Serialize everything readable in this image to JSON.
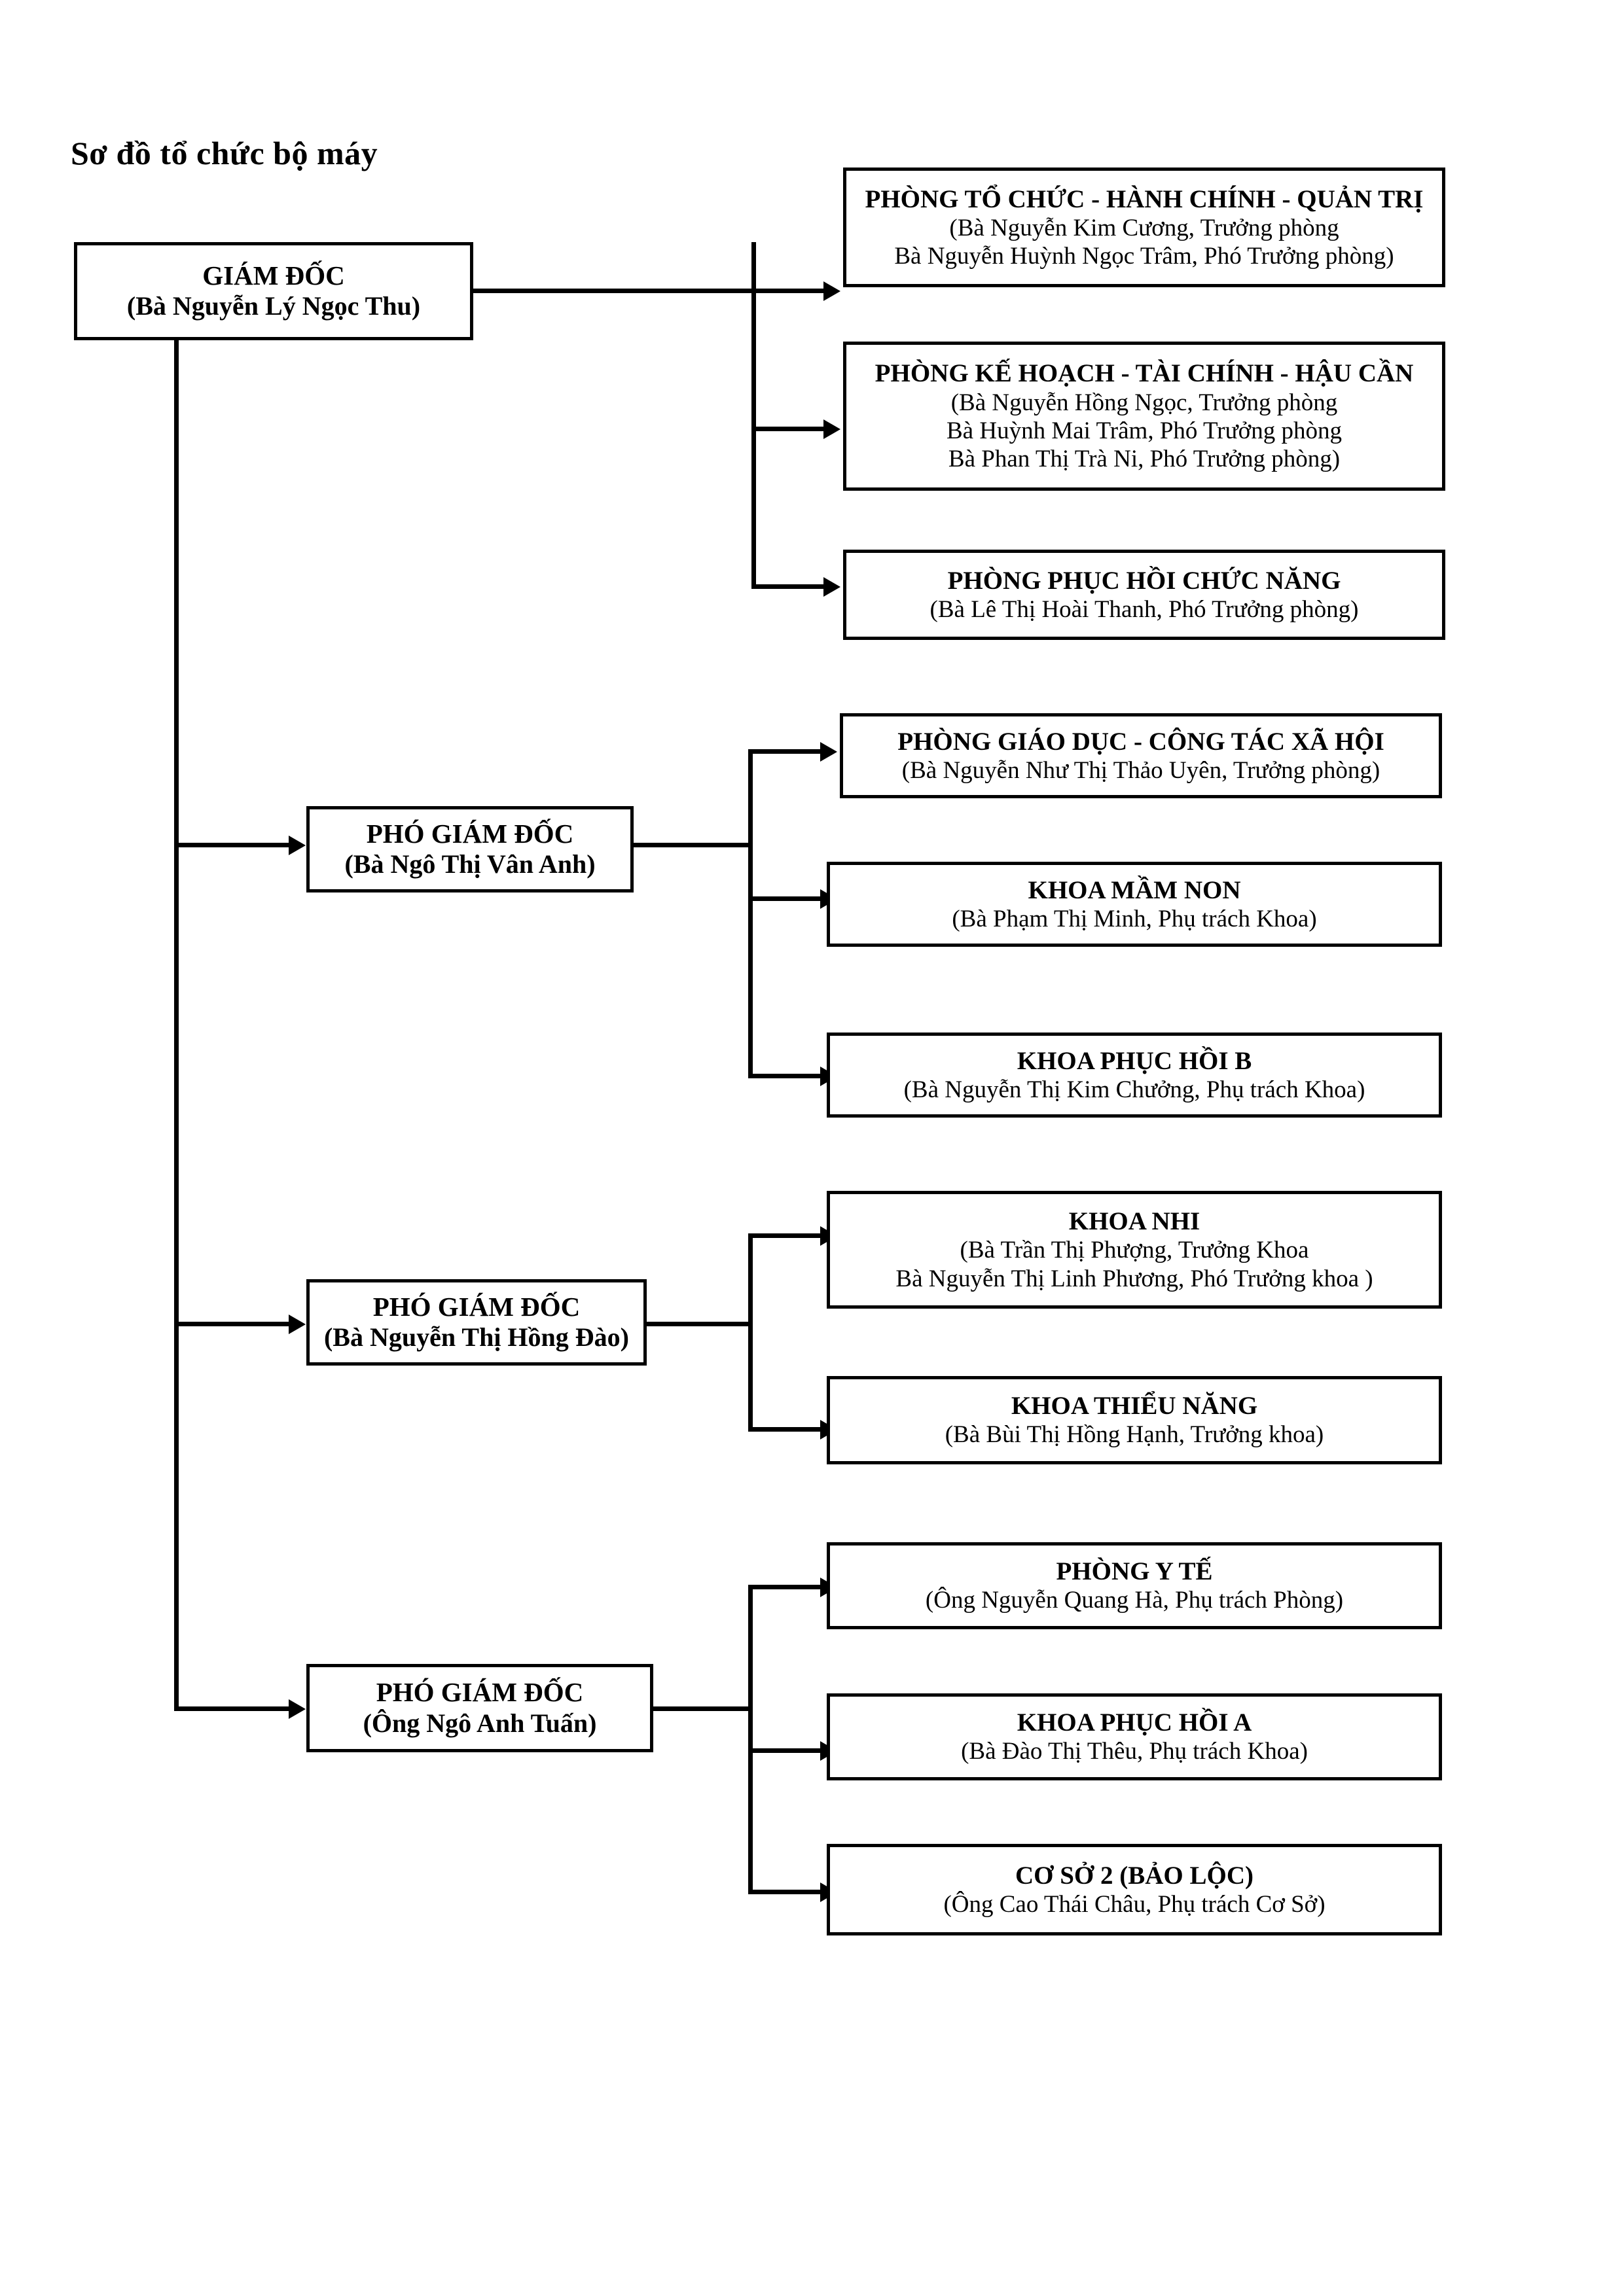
{
  "title": "Sơ đồ tổ chức bộ máy",
  "director": {
    "role": "GIÁM ĐỐC",
    "person": "(Bà Nguyễn Lý Ngọc Thu)"
  },
  "director_units": [
    {
      "name": "PHÒNG TỔ CHỨC - HÀNH CHÍNH - QUẢN TRỊ",
      "lines": [
        "(Bà Nguyễn Kim Cương, Trưởng phòng",
        "Bà Nguyễn Huỳnh Ngọc Trâm, Phó Trưởng phòng)"
      ]
    },
    {
      "name": "PHÒNG KẾ HOẠCH - TÀI CHÍNH - HẬU CẦN",
      "lines": [
        "(Bà Nguyễn Hồng Ngọc, Trưởng phòng",
        "Bà Huỳnh Mai Trâm, Phó Trưởng phòng",
        "Bà Phan Thị Trà Ni, Phó Trưởng phòng)"
      ]
    },
    {
      "name": "PHÒNG PHỤC HỒI CHỨC NĂNG",
      "lines": [
        "(Bà Lê Thị Hoài Thanh, Phó Trưởng phòng)"
      ]
    }
  ],
  "deputies": [
    {
      "role": "PHÓ GIÁM ĐỐC",
      "person": "(Bà Ngô Thị Vân Anh)",
      "units": [
        {
          "name": "PHÒNG GIÁO DỤC - CÔNG TÁC XÃ HỘI",
          "lines": [
            "(Bà Nguyễn Như Thị Thảo Uyên, Trưởng phòng)"
          ]
        },
        {
          "name": "KHOA MẦM NON",
          "lines": [
            "(Bà Phạm Thị Minh, Phụ trách Khoa)"
          ]
        },
        {
          "name": "KHOA PHỤC HỒI B",
          "lines": [
            "(Bà Nguyễn Thị Kim Chưởng, Phụ trách Khoa)"
          ]
        }
      ]
    },
    {
      "role": "PHÓ GIÁM ĐỐC",
      "person": "(Bà Nguyễn Thị Hồng Đào)",
      "units": [
        {
          "name": "KHOA NHI",
          "lines": [
            "(Bà Trần Thị Phượng, Trưởng Khoa",
            "Bà Nguyễn Thị Linh Phương, Phó Trưởng khoa )"
          ]
        },
        {
          "name": "KHOA THIỂU NĂNG",
          "lines": [
            "(Bà Bùi Thị Hồng Hạnh, Trưởng khoa)"
          ]
        }
      ]
    },
    {
      "role": "PHÓ GIÁM ĐỐC",
      "person": "(Ông Ngô Anh Tuấn)",
      "units": [
        {
          "name": "PHÒNG Y TẾ",
          "lines": [
            "(Ông Nguyễn Quang Hà, Phụ trách Phòng)"
          ]
        },
        {
          "name": "KHOA PHỤC HỒI A",
          "lines": [
            "(Bà Đào Thị Thêu, Phụ trách Khoa)"
          ]
        },
        {
          "name": "CƠ SỞ 2 (BẢO LỘC)",
          "lines": [
            "(Ông Cao Thái Châu, Phụ trách Cơ Sở)"
          ]
        }
      ]
    }
  ]
}
